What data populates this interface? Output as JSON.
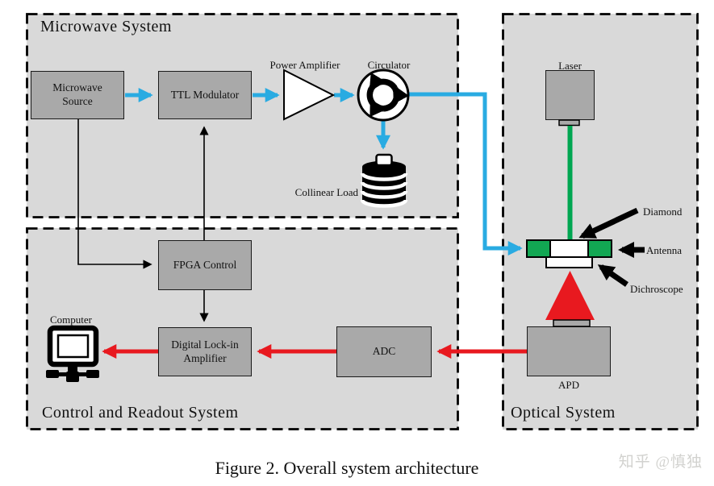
{
  "figure": {
    "caption": "Figure 2. Overall system architecture",
    "watermark": "知乎 @慎独"
  },
  "regions": {
    "microwave": {
      "title": "Microwave System"
    },
    "control": {
      "title": "Control and Readout System"
    },
    "optical": {
      "title": "Optical System"
    }
  },
  "labels": {
    "microwave_source": "Microwave Source",
    "ttl_modulator": "TTL Modulator",
    "power_amplifier": "Power Amplifier",
    "circulator": "Circulator",
    "collinear_load": "Collinear Load",
    "fpga_control": "FPGA Control",
    "lockin_amplifier": "Digital Lock-in Amplifier",
    "adc": "ADC",
    "computer": "Computer",
    "laser": "Laser",
    "diamond": "Diamond",
    "antenna": "Antenna",
    "dichroscope": "Dichroscope",
    "apd": "APD"
  },
  "colors": {
    "region_fill": "#d9d9d9",
    "component_fill": "#a9a9a9",
    "microwave_signal_blue": "#29abe2",
    "readout_signal_red": "#e8191f",
    "laser_green": "#00a651",
    "antenna_green": "#12a753",
    "outline_black": "#000000"
  },
  "connections": [
    {
      "from": "Microwave Source",
      "to": "TTL Modulator",
      "signal": "microwave",
      "color": "blue"
    },
    {
      "from": "TTL Modulator",
      "to": "Power Amplifier",
      "signal": "microwave",
      "color": "blue"
    },
    {
      "from": "Power Amplifier",
      "to": "Circulator",
      "signal": "microwave",
      "color": "blue"
    },
    {
      "from": "Circulator",
      "to": "Collinear Load",
      "signal": "microwave",
      "color": "blue"
    },
    {
      "from": "Circulator",
      "to": "Antenna",
      "signal": "microwave",
      "color": "blue"
    },
    {
      "from": "Microwave Source",
      "to": "FPGA Control",
      "signal": "control",
      "color": "black"
    },
    {
      "from": "FPGA Control",
      "to": "TTL Modulator",
      "signal": "control",
      "color": "black"
    },
    {
      "from": "FPGA Control",
      "to": "Digital Lock-in Amplifier",
      "signal": "control",
      "color": "black"
    },
    {
      "from": "Laser",
      "to": "Diamond",
      "signal": "laser-beam",
      "color": "green"
    },
    {
      "from": "Diamond",
      "to": "APD",
      "signal": "fluorescence",
      "color": "red"
    },
    {
      "from": "APD",
      "to": "ADC",
      "signal": "readout",
      "color": "red"
    },
    {
      "from": "ADC",
      "to": "Digital Lock-in Amplifier",
      "signal": "readout",
      "color": "red"
    },
    {
      "from": "Digital Lock-in Amplifier",
      "to": "Computer",
      "signal": "readout",
      "color": "red"
    }
  ]
}
